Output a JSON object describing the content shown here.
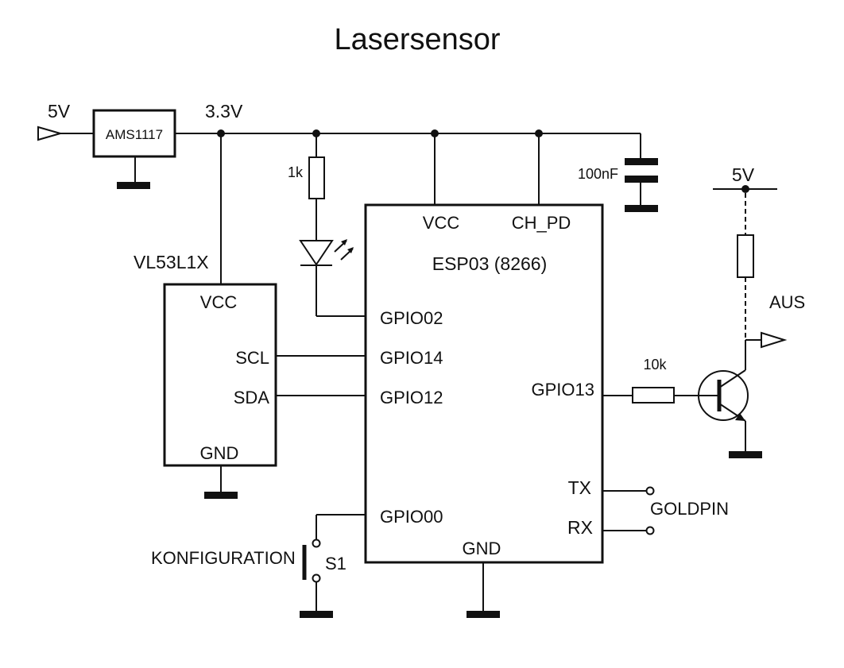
{
  "title": "Lasersensor",
  "power": {
    "input_5v": "5V",
    "regulator": "AMS1117",
    "rail_3v3": "3.3V",
    "capacitor": "100nF",
    "resistor_led": "1k"
  },
  "sensor": {
    "name": "VL53L1X",
    "pin_vcc": "VCC",
    "pin_scl": "SCL",
    "pin_sda": "SDA",
    "pin_gnd": "GND"
  },
  "mcu": {
    "name": "ESP03 (8266)",
    "pin_vcc": "VCC",
    "pin_ch_pd": "CH_PD",
    "pin_gpio02": "GPIO02",
    "pin_gpio14": "GPIO14",
    "pin_gpio12": "GPIO12",
    "pin_gpio13": "GPIO13",
    "pin_gpio00": "GPIO00",
    "pin_tx": "TX",
    "pin_rx": "RX",
    "pin_gnd": "GND"
  },
  "output": {
    "supply": "5V",
    "label": "AUS",
    "base_resistor": "10k"
  },
  "header": {
    "label": "GOLDPIN"
  },
  "switch": {
    "label": "KONFIGURATION",
    "ref": "S1"
  }
}
